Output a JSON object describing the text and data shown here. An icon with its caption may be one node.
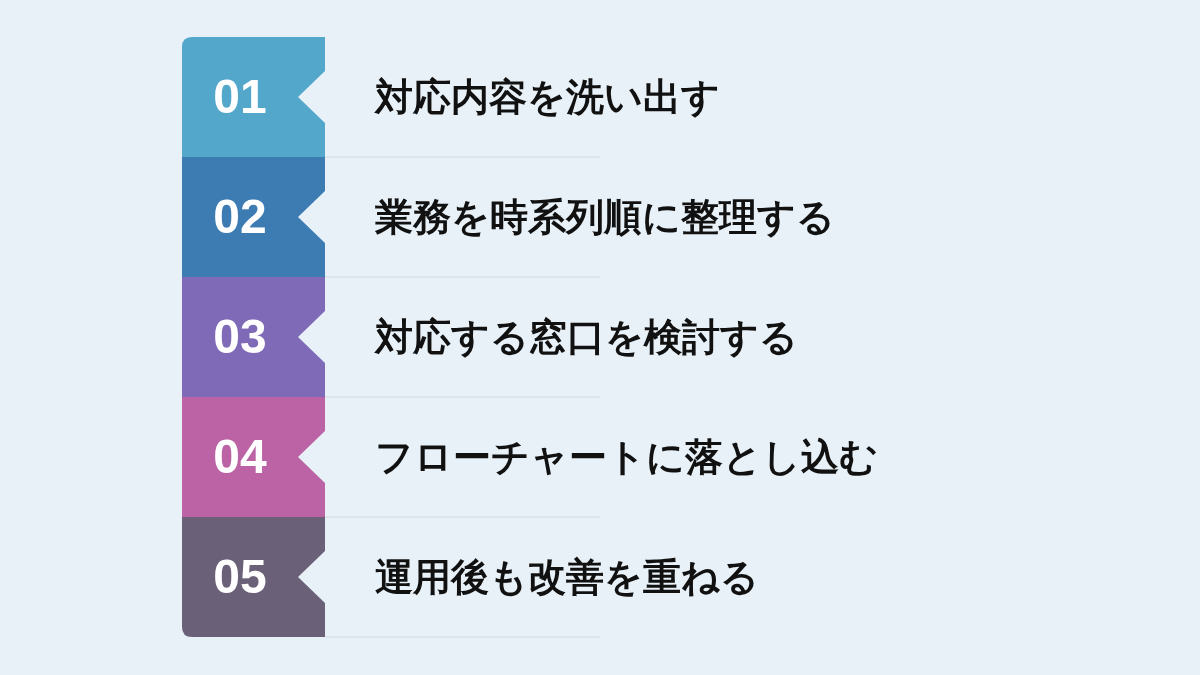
{
  "diagram": {
    "nodes": [
      {
        "text": [
          "01"
        ],
        "beside": [
          "対応内容を洗い出す"
        ]
      },
      {
        "text": [
          "02"
        ],
        "beside": [
          "業務を時系列順に整理する"
        ]
      },
      {
        "text": [
          "03"
        ],
        "beside": [
          "対応する窓口を検討する"
        ]
      },
      {
        "text": [
          "04"
        ],
        "beside": [
          "フローチャートに落とし込む"
        ]
      },
      {
        "text": [
          "05"
        ],
        "beside": [
          "運用後も改善を重ねる"
        ]
      }
    ]
  }
}
